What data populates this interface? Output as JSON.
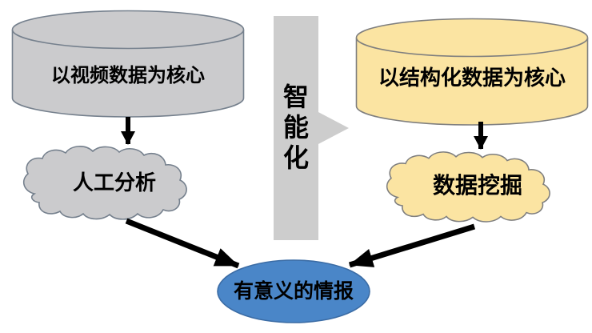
{
  "diagram": {
    "title_implicit": "",
    "left_branch": {
      "cylinder_label": "以视频数据为核心",
      "cloud_label": "人工分析"
    },
    "right_branch": {
      "cylinder_label": "以结构化数据为核心",
      "cloud_label": "数据挖掘"
    },
    "center": {
      "bar_label": "智能化"
    },
    "result": {
      "ellipse_label": "有意义的情报"
    },
    "colors": {
      "gray_fill": "#CBCBCD",
      "gray_stroke": "#75808D",
      "yellow_fill": "#FBE4A2",
      "yellow_stroke": "#7F7F7F",
      "bar_fill": "#CDCDCD",
      "blue_fill": "#4A86C8",
      "blue_stroke": "#3B6CA5",
      "arrow_color": "#000000"
    }
  }
}
